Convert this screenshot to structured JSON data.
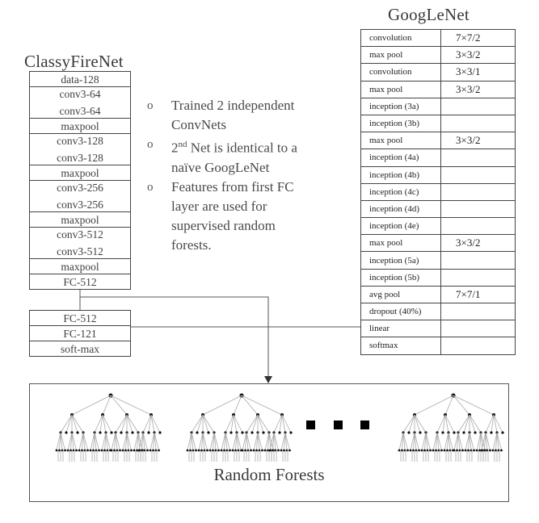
{
  "classyfirenet": {
    "title": "ClassyFireNet",
    "layers": [
      {
        "lines": [
          "data-128"
        ]
      },
      {
        "lines": [
          "conv3-64",
          "conv3-64"
        ]
      },
      {
        "lines": [
          "maxpool"
        ]
      },
      {
        "lines": [
          "conv3-128",
          "conv3-128"
        ]
      },
      {
        "lines": [
          "maxpool"
        ]
      },
      {
        "lines": [
          "conv3-256",
          "conv3-256"
        ]
      },
      {
        "lines": [
          "maxpool"
        ]
      },
      {
        "lines": [
          "conv3-512",
          "conv3-512"
        ]
      },
      {
        "lines": [
          "maxpool"
        ]
      },
      {
        "lines": [
          "FC-512"
        ]
      }
    ],
    "head_layers": [
      "FC-512",
      "FC-121",
      "soft-max"
    ]
  },
  "googlenet": {
    "title": "GoogLeNet",
    "rows": [
      {
        "name": "convolution",
        "size": "7×7/2"
      },
      {
        "name": "max pool",
        "size": "3×3/2"
      },
      {
        "name": "convolution",
        "size": "3×3/1"
      },
      {
        "name": "max pool",
        "size": "3×3/2"
      },
      {
        "name": "inception (3a)",
        "size": ""
      },
      {
        "name": "inception (3b)",
        "size": ""
      },
      {
        "name": "max pool",
        "size": "3×3/2"
      },
      {
        "name": "inception (4a)",
        "size": ""
      },
      {
        "name": "inception (4b)",
        "size": ""
      },
      {
        "name": "inception (4c)",
        "size": ""
      },
      {
        "name": "inception (4d)",
        "size": ""
      },
      {
        "name": "inception (4e)",
        "size": ""
      },
      {
        "name": "max pool",
        "size": "3×3/2"
      },
      {
        "name": "inception (5a)",
        "size": ""
      },
      {
        "name": "inception (5b)",
        "size": ""
      },
      {
        "name": "avg pool",
        "size": "7×7/1"
      },
      {
        "name": "dropout (40%)",
        "size": ""
      },
      {
        "name": "linear",
        "size": ""
      },
      {
        "name": "softmax",
        "size": ""
      }
    ]
  },
  "bullets": [
    {
      "bullet": "o",
      "lines": [
        "Trained 2 independent",
        "ConvNets"
      ]
    },
    {
      "bullet": "o",
      "lines": [
        "2nd Net is identical to a",
        "naïve GoogLeNet"
      ]
    },
    {
      "bullet": "o",
      "lines": [
        "Features from first FC",
        "layer are used for",
        "supervised  random",
        "forests."
      ]
    }
  ],
  "forest": {
    "label": "Random Forests"
  },
  "colors": {
    "line": "#555555",
    "node": "#111111",
    "edge": "#aaaaaa"
  }
}
